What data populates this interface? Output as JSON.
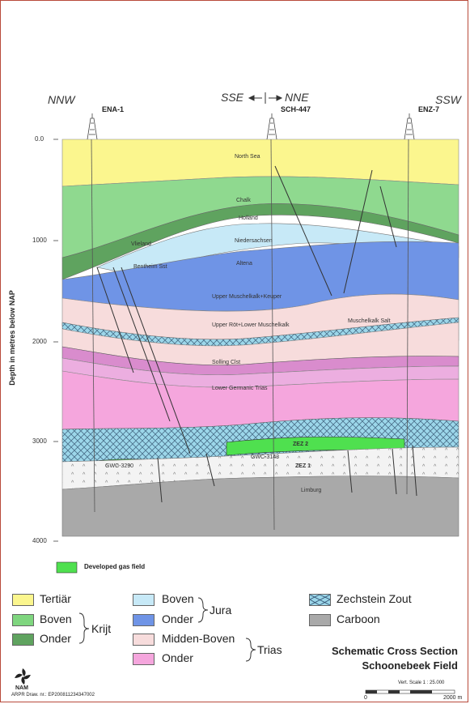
{
  "directions": {
    "left": "NNW",
    "mid_left": "SSE",
    "mid_right": "NNE",
    "right": "SSW"
  },
  "wells": [
    "ENA-1",
    "SCH-447",
    "ENZ-7"
  ],
  "depth_axis": {
    "label": "Depth in metres below NAP",
    "ticks": [
      "0.0",
      "1000",
      "2000",
      "3000",
      "4000"
    ]
  },
  "layer_labels": {
    "north_sea": "North Sea",
    "chalk": "Chalk",
    "holland": "Holland",
    "vlieland": "Vlieland",
    "niedersachsen": "Niedersachsen",
    "bentheim": "Bentheim Sst",
    "altena": "Altena",
    "upper_muschelkalk": "Upper Muschelkalk+Keuper",
    "upper_rot": "Upper Röt+Lower Muschelkalk",
    "muschelkalk_salt": "Muschelkalk Salt",
    "solling": "Solling Clst",
    "lower_germanic": "Lower Germanic Trias",
    "zez_2": "ZEZ 2",
    "zez_1": "ZEZ 1",
    "gwc_3290": "GWC-3290",
    "gwc_3143": "GWC-3143",
    "limburg": "Limburg"
  },
  "gas_field_legend": "Developed gas field",
  "legend": {
    "tertiar": "Tertiär",
    "boven_krijt": "Boven",
    "onder_krijt": "Onder",
    "krijt": "Krijt",
    "boven_jura": "Boven",
    "onder_jura": "Onder",
    "jura": "Jura",
    "midden_boven": "Midden-Boven",
    "onder_trias": "Onder",
    "trias": "Trias",
    "zechstein": "Zechstein Zout",
    "carboon": "Carboon"
  },
  "title": {
    "line1": "Schematic Cross Section",
    "line2": "Schoonebeek Field"
  },
  "scale": {
    "label": "Vert. Scale 1 : 25.000",
    "start": "0",
    "end": "2000 m"
  },
  "logo_text": "NAM",
  "drawing_number": "ARPR Draw. nr.: EP200811234347002",
  "colors": {
    "tertiar": "#fbf68e",
    "boven_krijt": "#7fd67f",
    "onder_krijt": "#5fa35f",
    "boven_jura": "#c7e9f7",
    "onder_jura": "#6f94e6",
    "midden_boven": "#f7dcdc",
    "onder_trias": "#f5a6dd",
    "zechstein": "#9cd7ea",
    "carboon": "#a9a9a9",
    "gas": "#4fe04f"
  }
}
